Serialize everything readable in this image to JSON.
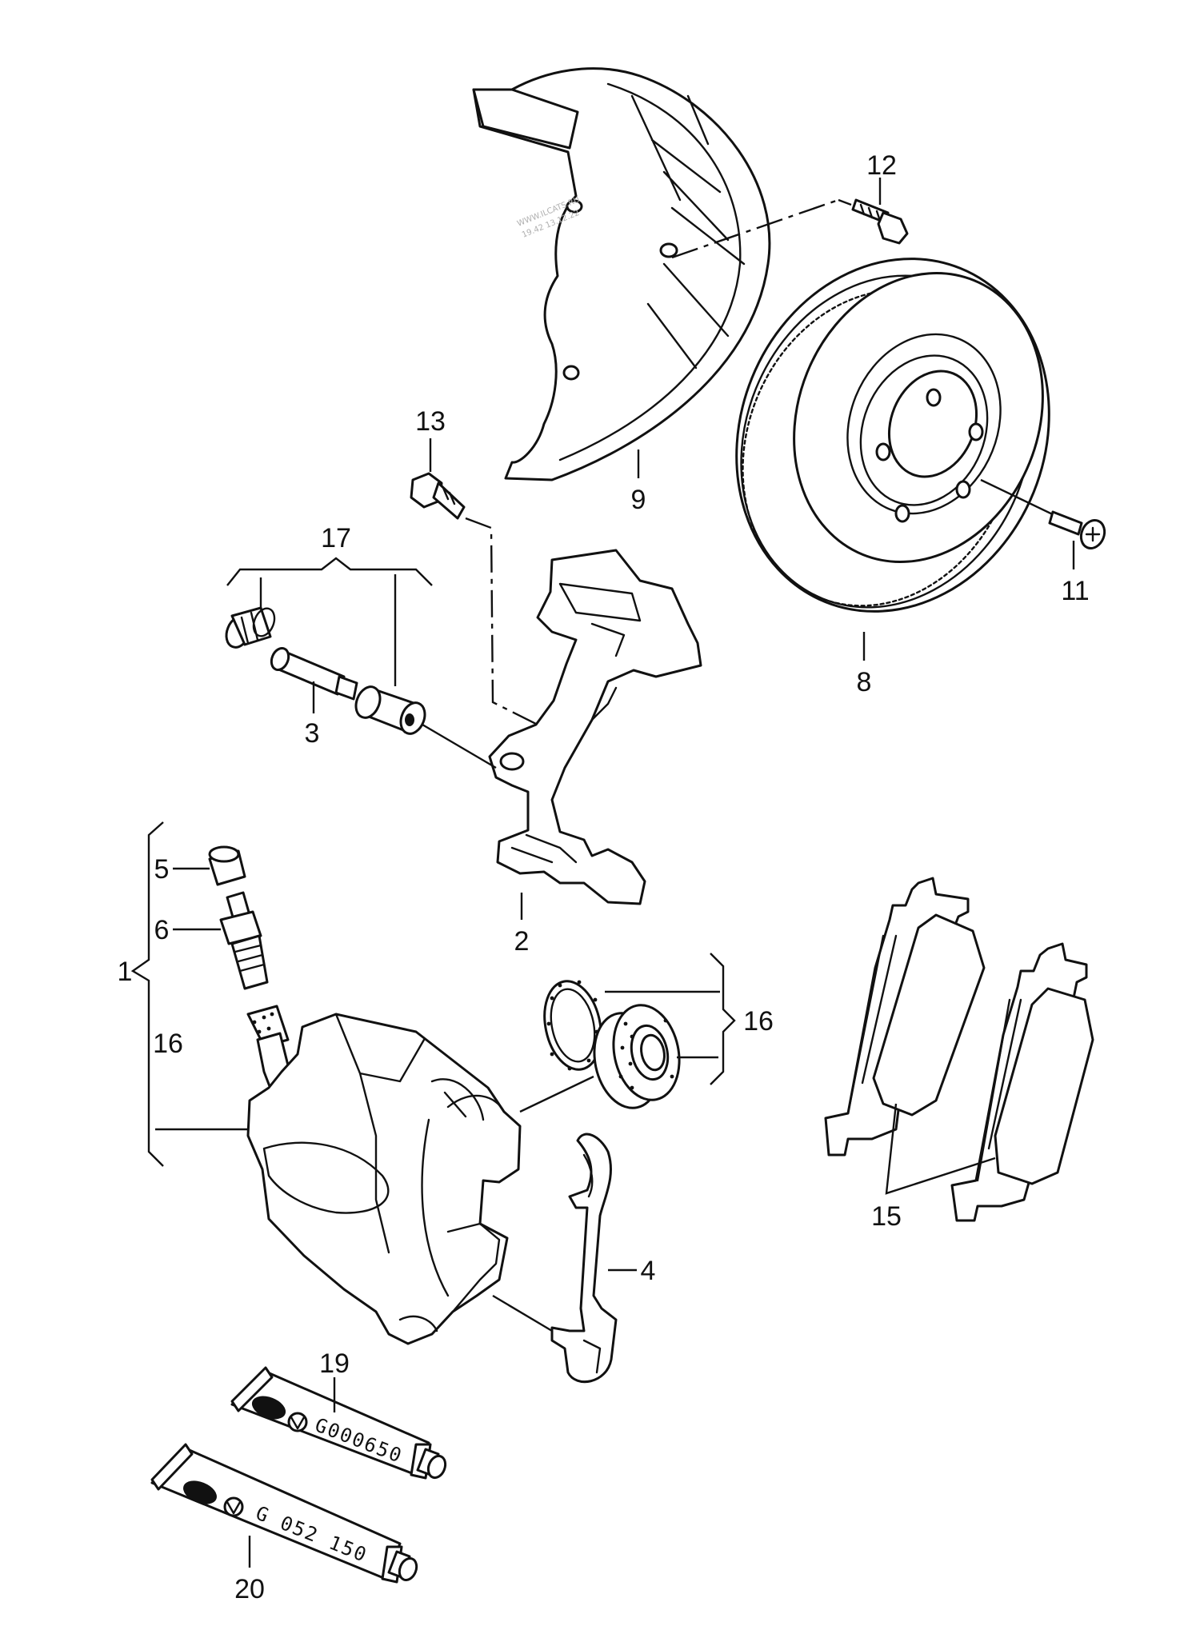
{
  "callouts": {
    "c1": "1",
    "c2": "2",
    "c3": "3",
    "c4": "4",
    "c5": "5",
    "c6": "6",
    "c8": "8",
    "c9": "9",
    "c11": "11",
    "c12": "12",
    "c13": "13",
    "c15": "15",
    "c16_right": "16",
    "c16_left": "16",
    "c17": "17",
    "c19": "19",
    "c20": "20"
  },
  "tubes": {
    "tube_19_code": "G000650",
    "tube_20_code": "G 052 150"
  },
  "watermark": {
    "line1": "WWW.ILCATS.RU",
    "line2": "19.42 13.12.22"
  },
  "colors": {
    "line": "#111111",
    "background": "#ffffff"
  }
}
